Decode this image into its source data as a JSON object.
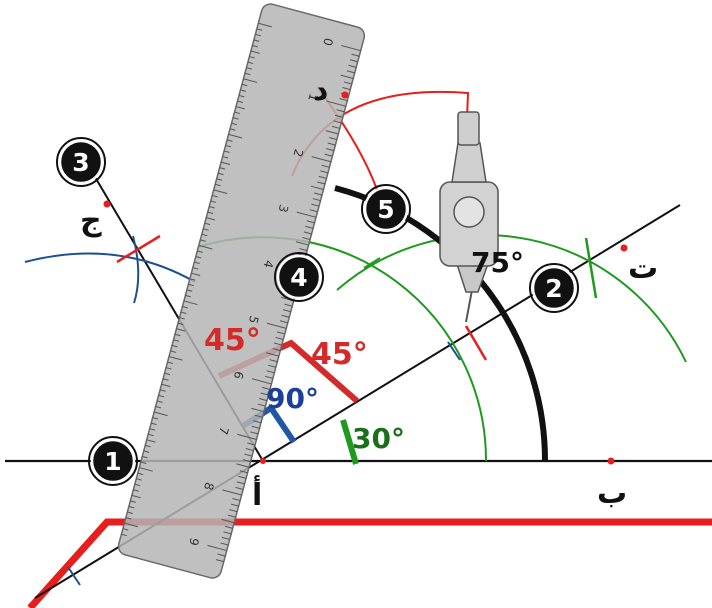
{
  "points": {
    "alef": "أ",
    "beh": "ب",
    "teh": "ت",
    "jeem": "ج",
    "dal": "د"
  },
  "steps": [
    "1",
    "2",
    "3",
    "4",
    "5"
  ],
  "angles": {
    "green": "30°",
    "blue": "90°",
    "red_right": "45°",
    "red_left": "45°",
    "black": "75°"
  },
  "ruler_numbers": [
    "0",
    "1",
    "2",
    "3",
    "4",
    "5",
    "6",
    "7",
    "8",
    "9"
  ],
  "colors": {
    "ray": "#111111",
    "construction_red": "#e61e1e",
    "construction_green": "#1f9a1f",
    "construction_blue": "#1d4f91",
    "green_label": "#1b6e1b",
    "blue_label": "#1d3f9a",
    "red_label": "#d42a2a",
    "ruler": "#b5b5b5"
  }
}
